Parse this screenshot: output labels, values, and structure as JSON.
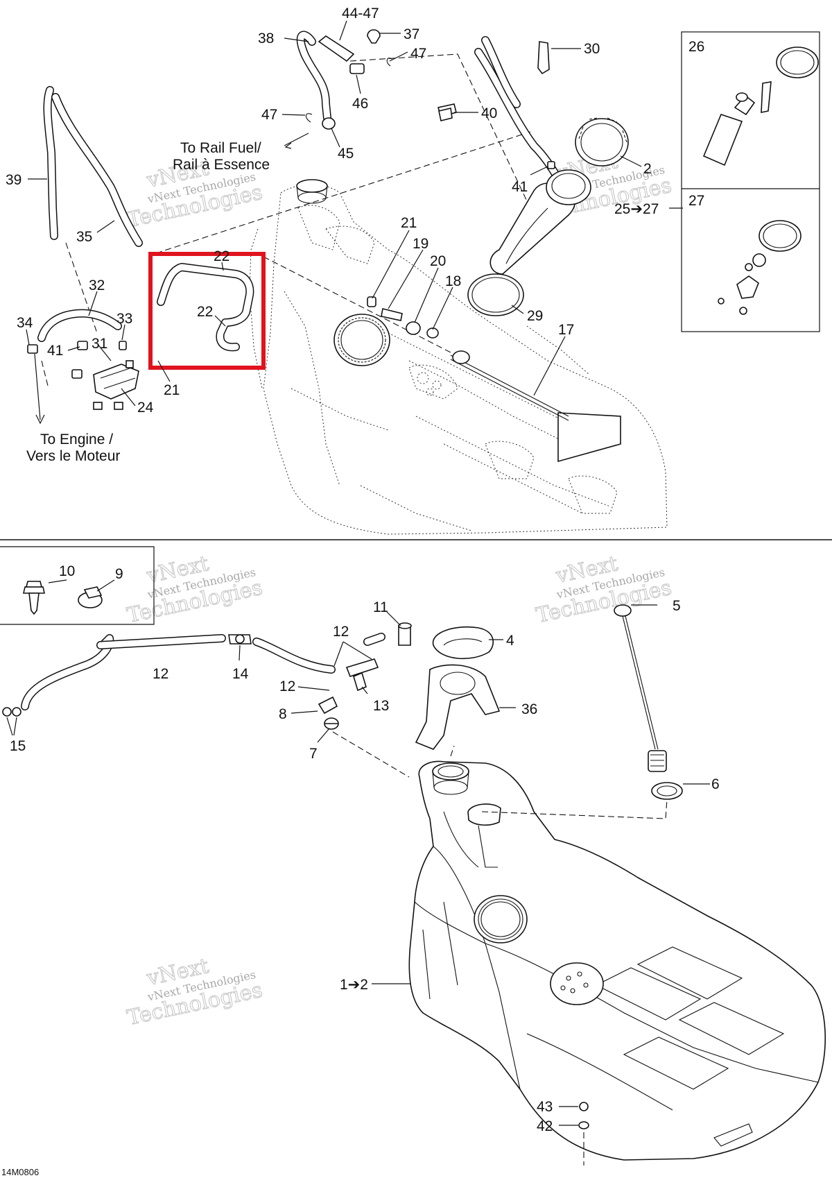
{
  "diagram": {
    "drawing_code": "14M0806",
    "highlight_color": "#e0141e",
    "watermark": {
      "line1": "vNext",
      "line2": "Technologies",
      "small": "vNext Technologies"
    },
    "notes": {
      "to_rail_fuel": "To Rail Fuel/",
      "rail_essence": "Rail à Essence",
      "to_engine": "To Engine /",
      "vers_moteur": "Vers le Moteur"
    },
    "callouts": {
      "c44_47": "44-47",
      "c37": "37",
      "c38": "38",
      "c47a": "47",
      "c30": "30",
      "c26": "26",
      "c46": "46",
      "c47b": "47",
      "c40": "40",
      "c45": "45",
      "c2a": "2",
      "c41a": "41",
      "c39": "39",
      "c25_27": "25➔27",
      "c27": "27",
      "c35": "35",
      "c21a": "21",
      "c19": "19",
      "c20": "20",
      "c18": "18",
      "c22a": "22",
      "c22b": "22",
      "c29": "29",
      "c32": "32",
      "c34": "34",
      "c33": "33",
      "c41b": "41",
      "c31": "31",
      "c17": "17",
      "c21b": "21",
      "c24": "24",
      "c10": "10",
      "c9": "9",
      "c11": "11",
      "c5": "5",
      "c12a": "12",
      "c4": "4",
      "c12b": "12",
      "c14": "14",
      "c12c": "12",
      "c13": "13",
      "c36": "36",
      "c8": "8",
      "c15": "15",
      "c7": "7",
      "c6": "6",
      "c1_2": "1➔2",
      "c43": "43",
      "c42": "42"
    }
  }
}
